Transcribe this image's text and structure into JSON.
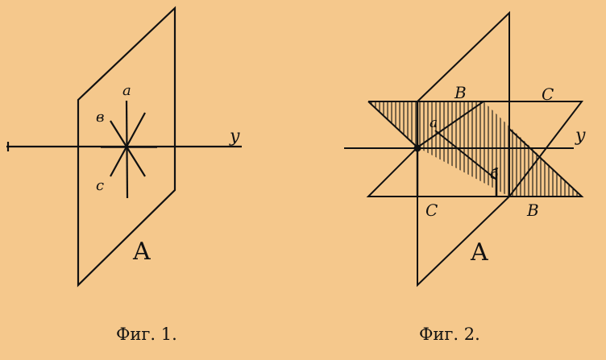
{
  "figure1": {
    "caption": "Фиг. 1.",
    "plane_label": "A",
    "axis_label": "у",
    "line_labels": [
      "а",
      "в",
      "с"
    ]
  },
  "figure2": {
    "caption": "Фиг. 2.",
    "plane_label": "A",
    "axis_label": "у",
    "upper_labels": [
      "В",
      "С"
    ],
    "lower_labels": [
      "С",
      "В"
    ],
    "inner_labels": [
      "а",
      "б"
    ]
  },
  "colors": {
    "background": "#f5c88c",
    "ink": "#111111"
  }
}
